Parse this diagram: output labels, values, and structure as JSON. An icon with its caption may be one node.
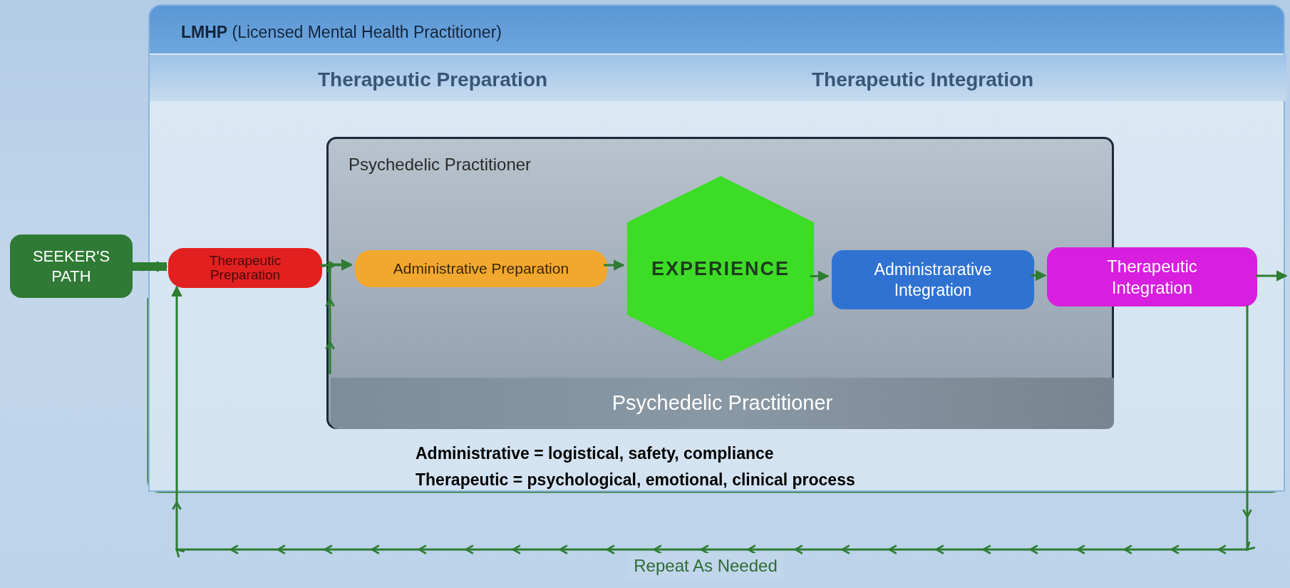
{
  "diagram": {
    "nodes": [
      {
        "text": [
          "**LMHP** (Licensed Mental Health Practitioner)"
        ]
      },
      {
        "text": [
          "Therapeutic Preparation",
          "Therapeutic Integration"
        ],
        "in": 0
      },
      {
        "text": [
          "SEEKER'S PATH"
        ]
      },
      {
        "text": [
          "Therapeutic Preparation"
        ],
        "in": 0
      },
      {
        "text": [
          "Psychedelic Practitioner"
        ],
        "in": 0
      },
      {
        "text": [
          "Administrative Preparation"
        ],
        "in": 4
      },
      {
        "text": [
          "EXPERIENCE"
        ],
        "in": 4
      },
      {
        "text": [
          "Administrarative Integration"
        ],
        "in": 4
      },
      {
        "text": [
          "Psychedelic Practitioner"
        ],
        "in": 4
      },
      {
        "text": [
          "Therapeutic Integration"
        ],
        "in": 0
      }
    ],
    "edges": [
      {
        "from": 2,
        "to": 3,
        "arrow": "to",
        "style": "thick"
      },
      {
        "from": 3,
        "to": 5,
        "arrow": "to"
      },
      {
        "from": 5,
        "to": 6,
        "arrow": "to"
      },
      {
        "from": 6,
        "to": 7,
        "arrow": "to"
      },
      {
        "from": 7,
        "to": 9,
        "arrow": "to"
      },
      {
        "from": 9,
        "to": null,
        "arrow": "to"
      },
      {
        "from": 8,
        "to": 5,
        "arrow": "to"
      },
      {
        "from": 9,
        "to": 3,
        "arrow": "to",
        "label": "Repeat As Needed"
      }
    ],
    "labels": [
      "Administrative = logistical, safety, compliance",
      "Therapeutic = psychological, emotional, clinical process"
    ]
  }
}
